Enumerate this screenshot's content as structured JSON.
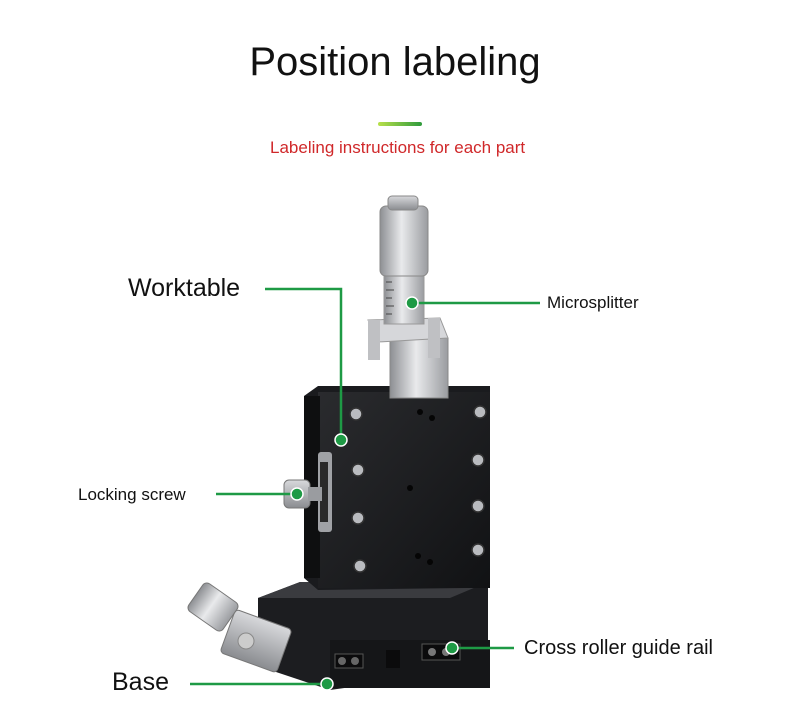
{
  "header": {
    "title": "Position labeling",
    "subtitle": "Labeling instructions for each part"
  },
  "labels": {
    "worktable": "Worktable",
    "microsplitter": "Microsplitter",
    "locking_screw": "Locking screw",
    "cross_roller_guide_rail": "Cross roller guide rail",
    "base": "Base"
  },
  "colors": {
    "title": "#111111",
    "subtitle": "#d0282a",
    "callout": "#1e9a45",
    "accent_gradient_start": "#b8e04a",
    "accent_gradient_end": "#2e9a3c"
  }
}
